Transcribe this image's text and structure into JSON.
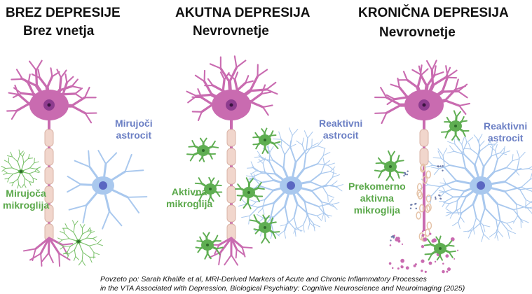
{
  "panels": [
    {
      "title": "BREZ DEPRESIJE",
      "subtitle": "Brez vnetja",
      "astrocyte_label": [
        "Mirujoči",
        "astrocit"
      ],
      "microglia_label": [
        "Mirujoča",
        "mikroglija"
      ]
    },
    {
      "title": "AKUTNA DEPRESIJA",
      "subtitle": "Nevrovnetje",
      "astrocyte_label": [
        "Reaktivni",
        "astrocit"
      ],
      "microglia_label": [
        "Aktivna",
        "mikroglija"
      ]
    },
    {
      "title": "KRONIČNA DEPRESIJA",
      "subtitle": "Nevrovnetje",
      "astrocyte_label": [
        "Reaktivni",
        "astrocit"
      ],
      "microglia_label": [
        "Prekomerno",
        "aktivna",
        "mikroglija"
      ]
    }
  ],
  "caption": {
    "line1": "Povzeto po: Sarah Khalife et al, MRI-Derived Markers of Acute and Chronic Inflammatory Processes",
    "line2": "in the VTA Associated with Depression, Biological Psychiatry: Cognitive Neuroscience and Neuroimaging (2025)"
  },
  "colors": {
    "neuron": "#c96bb0",
    "myelin": "#f1d6cc",
    "astrocyte": "#a9c8ee",
    "microglia": "#5fae52",
    "label_green": "#5aa84a",
    "label_blue": "#6b7fc4"
  }
}
